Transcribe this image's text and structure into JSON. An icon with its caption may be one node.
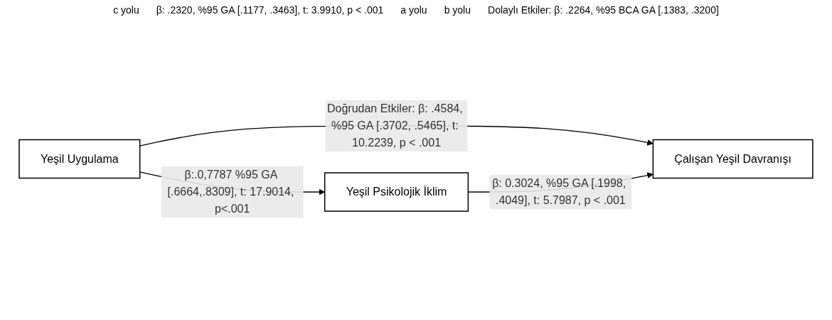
{
  "diagram": {
    "nodes": [
      {
        "text": [
          "Yeşil Uygulama"
        ]
      },
      {
        "text": [
          "Çalışan Yeşil Davranışı"
        ]
      },
      {
        "text": [
          "Yeşil Psikolojik İklim"
        ]
      }
    ],
    "edges": [
      {
        "from": 0,
        "to": 1,
        "arrow": "to",
        "label": "Doğrudan Etkiler: β: .4584, %95 GA [.3702, .5465], t: 10.2239, p < .001"
      },
      {
        "from": 0,
        "to": 2,
        "arrow": "to",
        "label": "β:.0,7787 %95 GA [.6664,.8309], t: 17.9014, p<.001"
      },
      {
        "from": 2,
        "to": 1,
        "arrow": "to",
        "label": "β: 0.3024, %95 GA [.1998, .4049], t: 5.7987, p < .001"
      }
    ],
    "labels": [
      "c yolu",
      "β: .2320, %95 GA [.1177, .3463], t: 3.9910, p < .001",
      "a yolu",
      "b yolu",
      "Dolaylı Etkiler: β: .2264, %95 BCA GA [.1383, .3200]"
    ]
  }
}
